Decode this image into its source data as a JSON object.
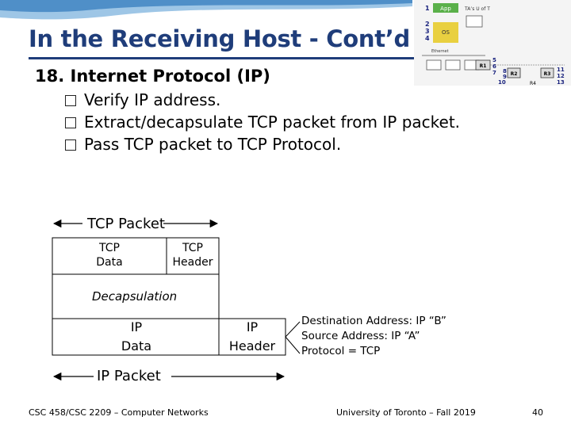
{
  "slide": {
    "title": "In the Receiving Host - Cont’d",
    "step_heading": "18. Internet Protocol (IP)",
    "bullets": [
      "Verify IP address.",
      "Extract/decapsulate TCP packet from IP packet.",
      "Pass TCP packet to TCP Protocol."
    ]
  },
  "diagram": {
    "tcp_packet_label": "TCP Packet",
    "tcp_data": "TCP\nData",
    "tcp_header": "TCP\nHeader",
    "decapsulation_label": "Decapsulation",
    "ip_data": "IP\nData",
    "ip_header": "IP\nHeader",
    "ip_packet_label": "IP Packet",
    "header_info": [
      "Destination Address: IP “B”",
      "Source Address: IP “A”",
      "Protocol = TCP"
    ]
  },
  "stack_figure": {
    "layers": [
      "App",
      "OS",
      "Ethernet"
    ],
    "app_note": "TA’s U of T",
    "layer_numbers": [
      "1",
      "2",
      "3",
      "4"
    ],
    "routers": [
      "R1",
      "R2",
      "R3",
      "R4"
    ],
    "numbers": [
      "5",
      "6",
      "7",
      "8",
      "9",
      "10",
      "11",
      "12",
      "13"
    ]
  },
  "footer": {
    "course": "CSC 458/CSC 2209 – Computer Networks",
    "university": "University of Toronto – Fall 2019",
    "page_number": "40"
  }
}
